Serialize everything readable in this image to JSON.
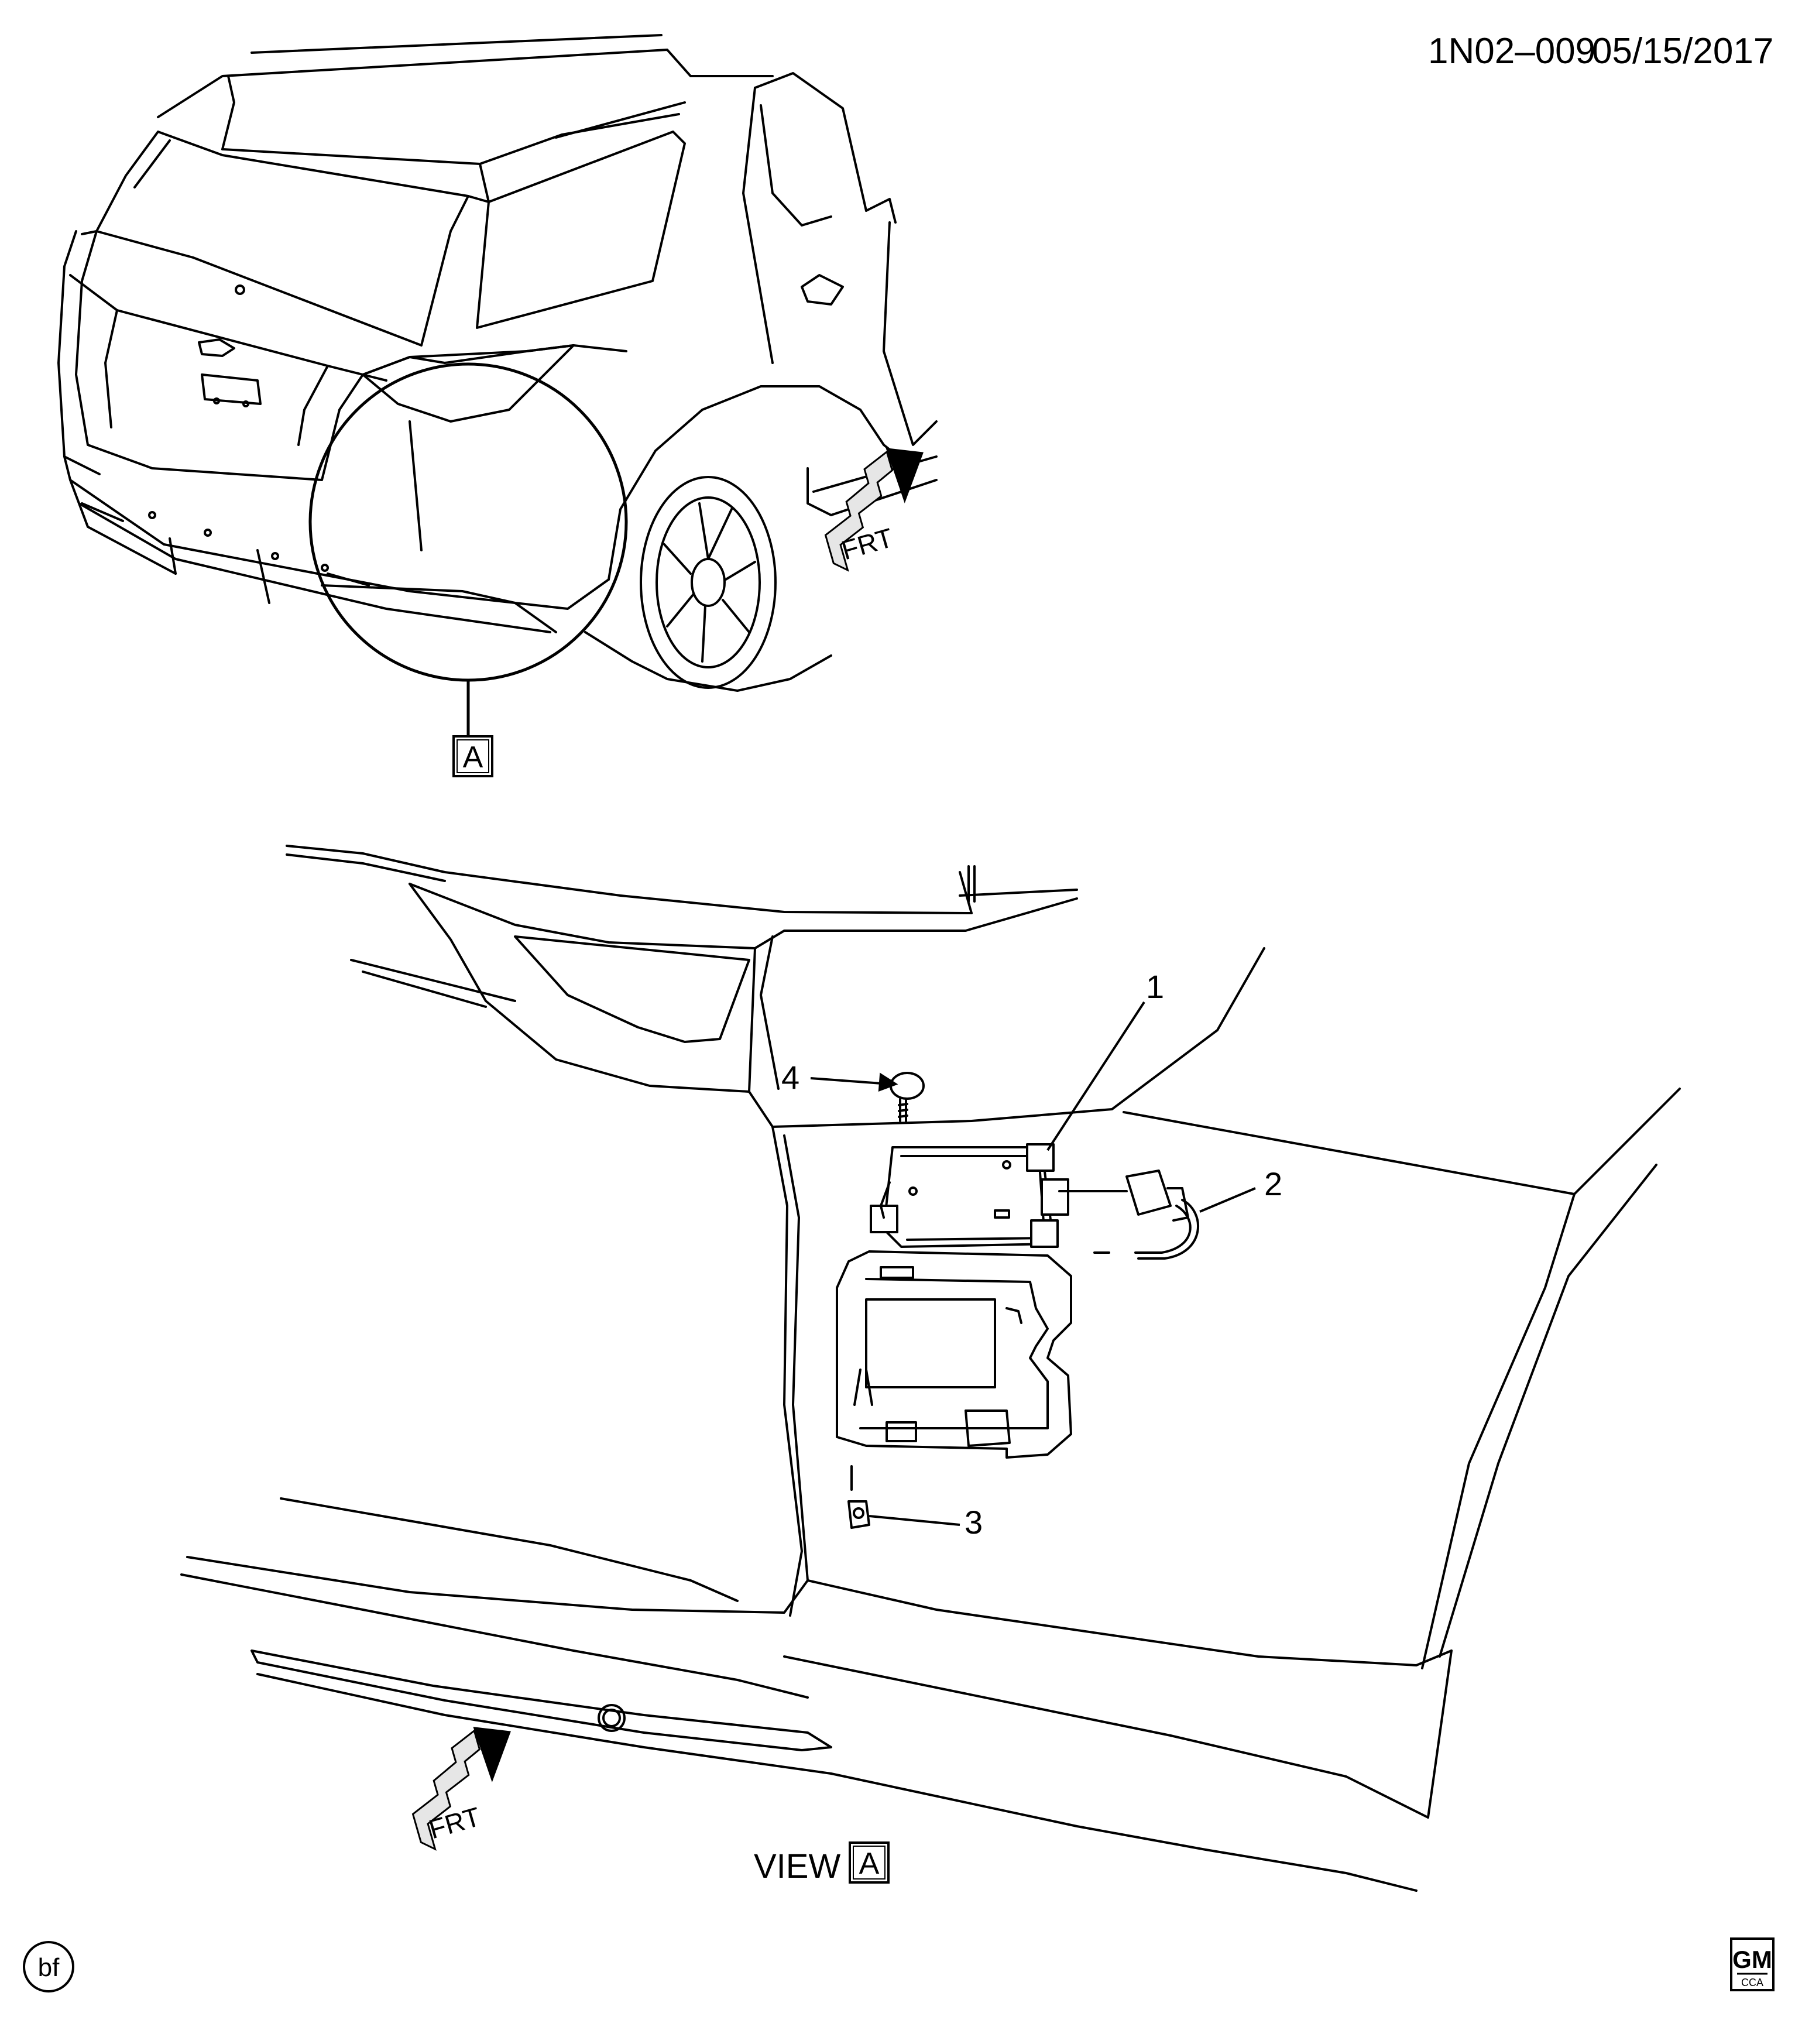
{
  "header": {
    "diagram_code": "1N02–009",
    "date": "05/15/2017"
  },
  "view_marker": {
    "letter": "A"
  },
  "view_caption": {
    "word": "VIEW",
    "letter": "A"
  },
  "direction_arrows": [
    {
      "text": "FRT"
    },
    {
      "text": "FRT"
    }
  ],
  "callouts": [
    {
      "number": "1"
    },
    {
      "number": "2"
    },
    {
      "number": "3"
    },
    {
      "number": "4"
    }
  ],
  "footer": {
    "badge": "bf",
    "logo_text": "GM",
    "logo_subtext": "CCA"
  },
  "icons": {
    "direction": "frt-arrow-icon",
    "view_marker": "view-box-icon",
    "badge": "circle-badge-icon",
    "logo": "gm-logo-icon"
  }
}
